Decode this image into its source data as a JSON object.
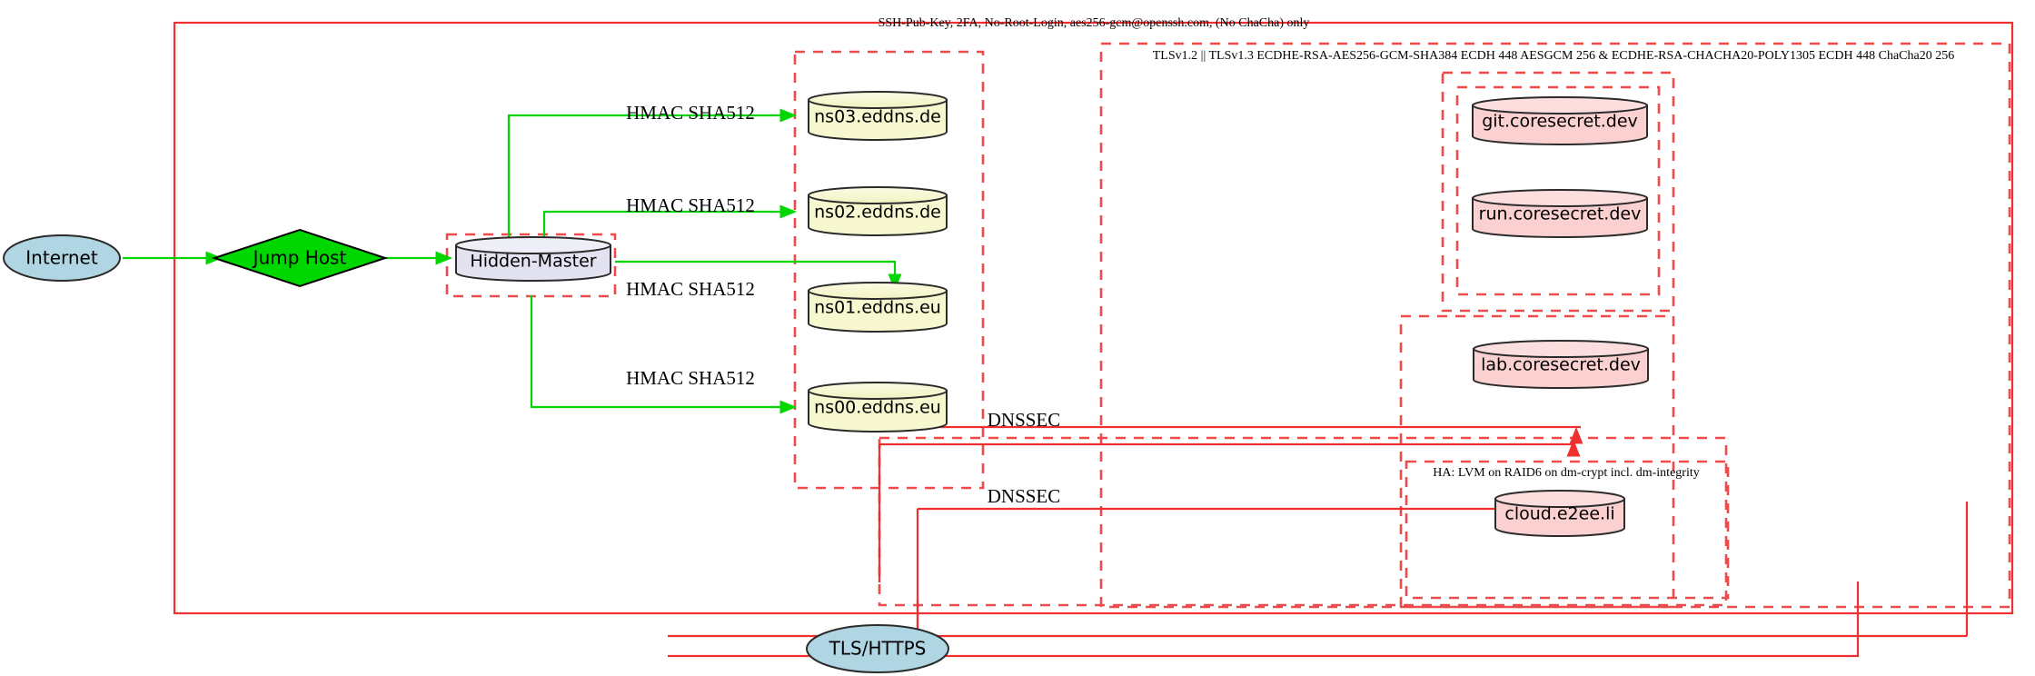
{
  "diagram": {
    "title_labels": {
      "ssh_policy": "SSH-Pub-Key, 2FA, No-Root-Login, aes256-gcm@openssh.com, (No ChaCha) only",
      "tls_policy": "TLSv1.2 || TLSv1.3 ECDHE-RSA-AES256-GCM-SHA384 ECDH 448 AESGCM 256 & ECDHE-RSA-CHACHA20-POLY1305 ECDH 448 ChaCha20 256",
      "ha_policy": "HA: LVM on RAID6 on dm-crypt incl. dm-integrity"
    },
    "nodes": {
      "internet": "Internet",
      "jump_host": "Jump Host",
      "hidden_master": "Hidden-Master",
      "tls_https": "TLS/HTTPS",
      "ns03": "ns03.eddns.de",
      "ns02": "ns02.eddns.de",
      "ns01": "ns01.eddns.eu",
      "ns00": "ns00.eddns.eu",
      "git": "git.coresecret.dev",
      "run": "run.coresecret.dev",
      "lab": "lab.coresecret.dev",
      "cloud": "cloud.e2ee.li"
    },
    "edge_labels": {
      "hmac_ns03": "HMAC SHA512",
      "hmac_ns02": "HMAC SHA512",
      "hmac_ns01": "HMAC SHA512",
      "hmac_ns00": "HMAC SHA512",
      "dnssec_upper": "DNSSEC",
      "dnssec_lower": "DNSSEC"
    },
    "colors": {
      "internet_fill": "#b0d5e3",
      "jump_host_fill": "#00d700",
      "hidden_master_fill": "#e2e2f0",
      "dns_fill": "#f7f7d0",
      "service_fill": "#fad0d0",
      "edge_green": "#00d700",
      "edge_red": "#f03030",
      "boundary_red": "#f04a4a"
    }
  }
}
